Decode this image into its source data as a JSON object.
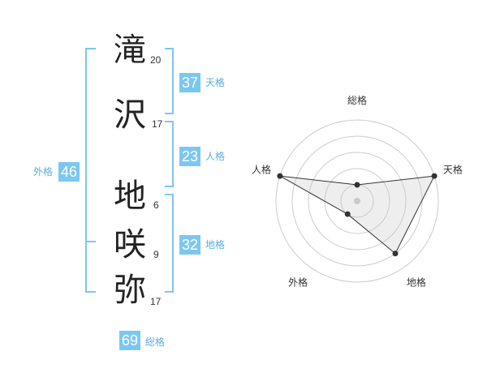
{
  "name": {
    "chars": [
      {
        "char": "滝",
        "strokes": "20"
      },
      {
        "char": "沢",
        "strokes": "17"
      },
      {
        "char": "地",
        "strokes": "6"
      },
      {
        "char": "咲",
        "strokes": "9"
      },
      {
        "char": "弥",
        "strokes": "17"
      }
    ]
  },
  "kaku": {
    "tenkaku": {
      "value": "37",
      "label": "天格"
    },
    "jinkaku": {
      "value": "23",
      "label": "人格"
    },
    "chikaku": {
      "value": "32",
      "label": "地格"
    },
    "gaikaku": {
      "value": "46",
      "label": "外格"
    },
    "soukaku": {
      "value": "69",
      "label": "総格"
    }
  },
  "colors": {
    "accent": "#7cc7f2",
    "bracket": "#7cc7f2",
    "grid": "#cccccc",
    "fill": "#eeeeee"
  },
  "chart_data": {
    "type": "radar",
    "axes": [
      "総格",
      "天格",
      "地格",
      "外格",
      "人格"
    ],
    "levels": 5,
    "values": [
      1,
      5,
      4,
      1,
      5
    ],
    "max": 5
  }
}
